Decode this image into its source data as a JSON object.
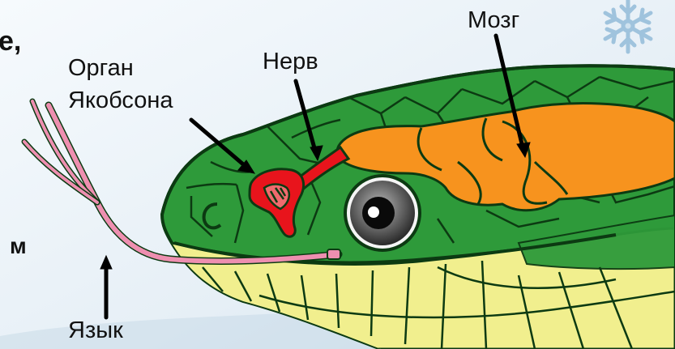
{
  "labels": {
    "organ_line1": "Орган",
    "organ_line2": "Якобсона",
    "nerve": "Нерв",
    "brain": "Мозг",
    "tongue": "Язык"
  },
  "cut_text": {
    "top_fragment": "е,",
    "bottom_fragment": "м"
  },
  "colors": {
    "background": "#dde9f1",
    "head_green": "#2e9a3a",
    "scale_line": "#0c3a12",
    "belly_yellow": "#f1ef8e",
    "brain_orange": "#f7931e",
    "organ_red": "#e8141c",
    "tongue_pink": "#ee8fb0",
    "eye": "#2a2a2a",
    "snowflake": "#9fc3dd"
  },
  "icons": [
    "snowflake-icon"
  ]
}
